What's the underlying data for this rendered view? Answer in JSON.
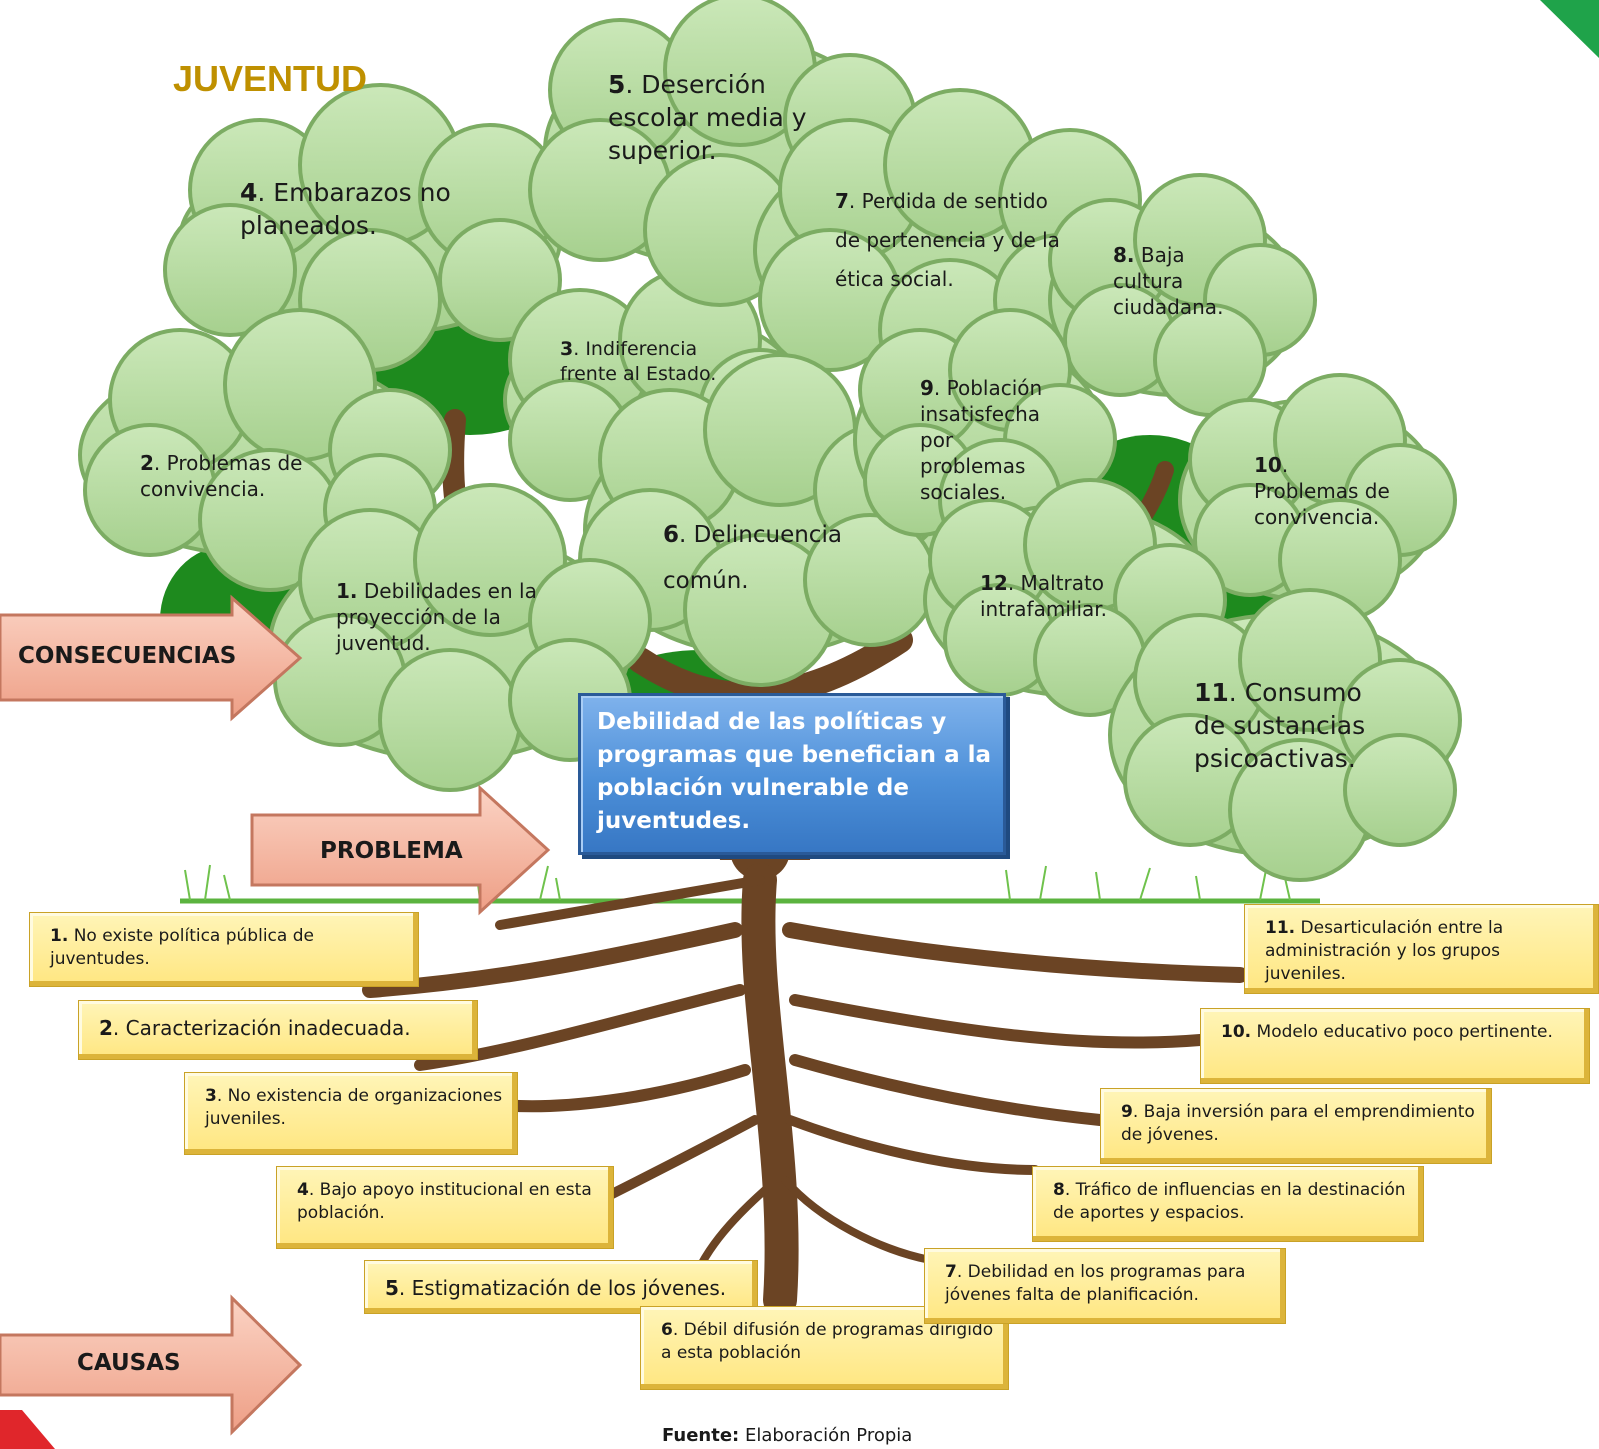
{
  "title": "JUVENTUD",
  "arrows": {
    "consecuencias": "CONSECUENCIAS",
    "problema": "PROBLEMA",
    "causas": "CAUSAS"
  },
  "problem": "Debilidad de las políticas y programas que benefician a la población vulnerable de juventudes.",
  "consequences": [
    {
      "num": "1.",
      "text": " Debilidades en la proyección de la juventud."
    },
    {
      "num": "2",
      "text": ". Problemas de convivencia."
    },
    {
      "num": "3",
      "text": ". Indiferencia frente al Estado."
    },
    {
      "num": "4",
      "text": ". Embarazos no planeados."
    },
    {
      "num": "5",
      "text": ". Deserción escolar media y superior."
    },
    {
      "num": "6",
      "text": ". Delincuencia común."
    },
    {
      "num": "7",
      "text": ". Perdida de sentido de pertenencia y de la ética social."
    },
    {
      "num": "8.",
      "text": " Baja cultura ciudadana."
    },
    {
      "num": "9",
      "text": ". Población insatisfecha por problemas sociales."
    },
    {
      "num": "10",
      "text": ". Problemas de convivencia."
    },
    {
      "num": "11",
      "text": ". Consumo de sustancias psicoactivas."
    },
    {
      "num": "12",
      "text": ". Maltrato intrafamiliar."
    }
  ],
  "causes": [
    {
      "num": "1.",
      "text": "  No existe política pública de juventudes."
    },
    {
      "num": "2",
      "text": ".  Caracterización inadecuada."
    },
    {
      "num": "3",
      "text": ".  No existencia de organizaciones juveniles."
    },
    {
      "num": "4",
      "text": ".  Bajo apoyo institucional en esta población."
    },
    {
      "num": "5",
      "text": ".  Estigmatización de los jóvenes."
    },
    {
      "num": "6",
      "text": ".  Débil difusión de programas dirigido a esta población"
    },
    {
      "num": "7",
      "text": ". Debilidad en los programas para jóvenes falta de planificación."
    },
    {
      "num": "8",
      "text": ". Tráfico de influencias en la destinación de aportes y espacios."
    },
    {
      "num": "9",
      "text": ". Baja inversión para el emprendimiento de jóvenes."
    },
    {
      "num": "10.",
      "text": " Modelo educativo poco pertinente."
    },
    {
      "num": "11.",
      "text": " Desarticulación entre la administración y los grupos juveniles."
    }
  ],
  "footer": {
    "label": "Fuente:",
    "text": " Elaboración Propia"
  },
  "colors": {
    "title": "#bf9000",
    "cloud_fill": "#b5dca0",
    "cloud_stroke": "#7cac63",
    "tree_dark": "#1e8a1e",
    "trunk": "#6b4424",
    "problem_box": "#4c8fd8",
    "cause_box": "#ffe680",
    "arrow_fill": "#f6b7a3",
    "arrow_stroke": "#c4775f"
  }
}
